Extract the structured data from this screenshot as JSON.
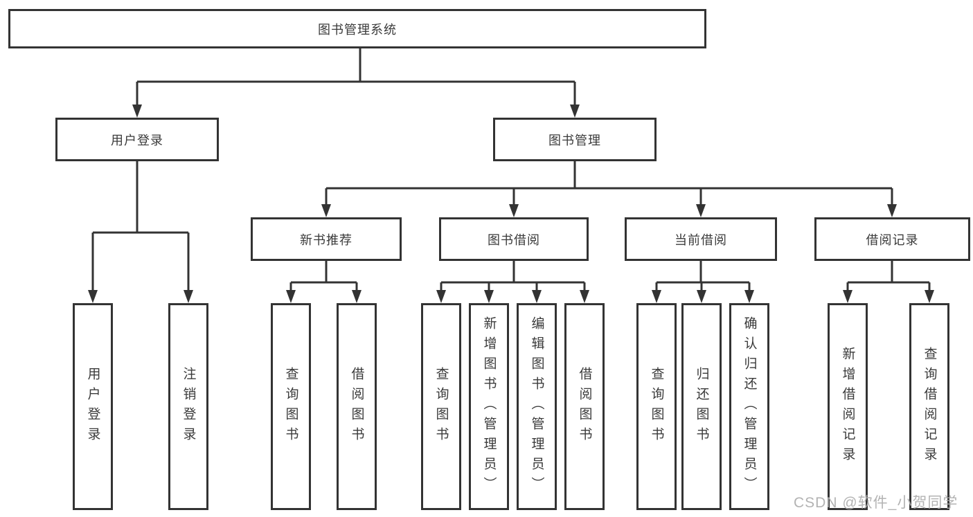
{
  "tree": {
    "root": {
      "label": "图书管理系统",
      "children": [
        {
          "label": "用户登录",
          "children": [
            {
              "label": "用户登录"
            },
            {
              "label": "注销登录"
            }
          ]
        },
        {
          "label": "图书管理",
          "children": [
            {
              "label": "新书推荐",
              "children": [
                {
                  "label": "查询图书"
                },
                {
                  "label": "借阅图书"
                }
              ]
            },
            {
              "label": "图书借阅",
              "children": [
                {
                  "label": "查询图书"
                },
                {
                  "label": "新增图书（管理员）"
                },
                {
                  "label": "编辑图书（管理员）"
                },
                {
                  "label": "借阅图书"
                }
              ]
            },
            {
              "label": "当前借阅",
              "children": [
                {
                  "label": "查询图书"
                },
                {
                  "label": "归还图书"
                },
                {
                  "label": "确认归还（管理员）"
                }
              ]
            },
            {
              "label": "借阅记录",
              "children": [
                {
                  "label": "新增借阅记录"
                },
                {
                  "label": "查询借阅记录"
                }
              ]
            }
          ]
        }
      ]
    },
    "colors": {
      "line": "#333333",
      "text": "#3a3a3a",
      "watermark": "#acacac"
    }
  },
  "watermark": {
    "text": "CSDN @软件_小贺同学"
  }
}
